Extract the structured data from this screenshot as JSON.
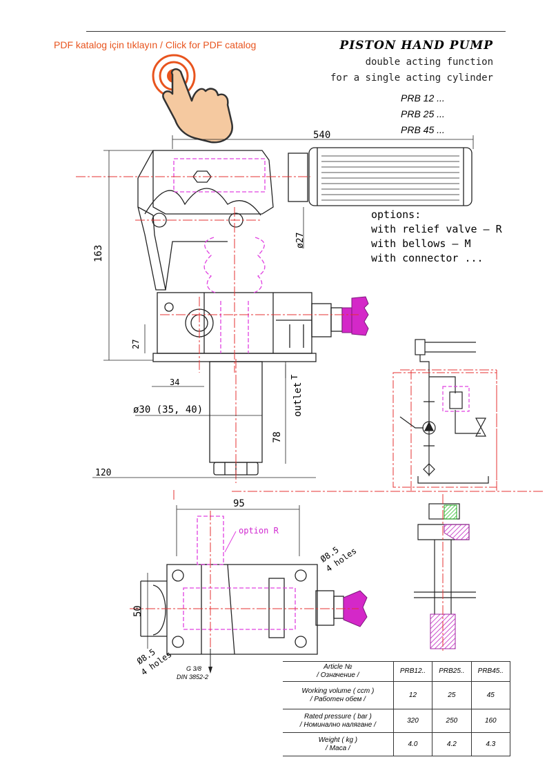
{
  "header": {
    "link_text": "PDF katalog için tıklayın / Click for PDF catalog",
    "title": "PISTON HAND PUMP",
    "subtitle_1": "double acting function",
    "subtitle_2": "for a single acting cylinder",
    "models": [
      "PRB 12 ...",
      "PRB 25 ...",
      "PRB 45 ..."
    ]
  },
  "icons": {
    "click_hand": "click-hand-icon"
  },
  "colors": {
    "link": "#e8541e",
    "hand_fill": "#f5c9a0",
    "centerline_red": "#e53030",
    "hidden_magenta": "#e040e0",
    "magenta_fill": "#d428c8",
    "green_hatch": "#33cc33"
  },
  "drawing": {
    "dim_540": "540",
    "dim_163": "163",
    "dim_27_top": "ø27",
    "dim_27_side": "27",
    "dim_34": "34",
    "dim_30": "ø30 (35, 40)",
    "dim_78": "78",
    "dim_120": "120",
    "dim_95": "95",
    "dim_50": "50",
    "outlet": "outlet",
    "outlet_t": "T",
    "option_r": "option R",
    "holes_right_dia": "Ø8.5",
    "holes_right_count": "4 holes",
    "holes_left_dia": "Ø8.5",
    "holes_left_count": "4 holes",
    "thread_1": "G 3/8",
    "thread_2": "DIN 3852-2"
  },
  "options": {
    "heading": "options:",
    "items": [
      "with relief valve – R",
      "with bellows – M",
      "with connector ..."
    ]
  },
  "table": {
    "header_label_1": "Article №",
    "header_label_2": "/ Означение /",
    "columns": [
      "PRB12..",
      "PRB25..",
      "PRB45.."
    ],
    "rows": [
      {
        "label_1": "Working volume ( ccm )",
        "label_2": "/ Работен обем /",
        "values": [
          "12",
          "25",
          "45"
        ]
      },
      {
        "label_1": "Rated pressure ( bar )",
        "label_2": "/ Номинално налягане /",
        "values": [
          "320",
          "250",
          "160"
        ]
      },
      {
        "label_1": "Weight ( kg )",
        "label_2": "/ Маса /",
        "values": [
          "4.0",
          "4.2",
          "4.3"
        ]
      }
    ]
  }
}
